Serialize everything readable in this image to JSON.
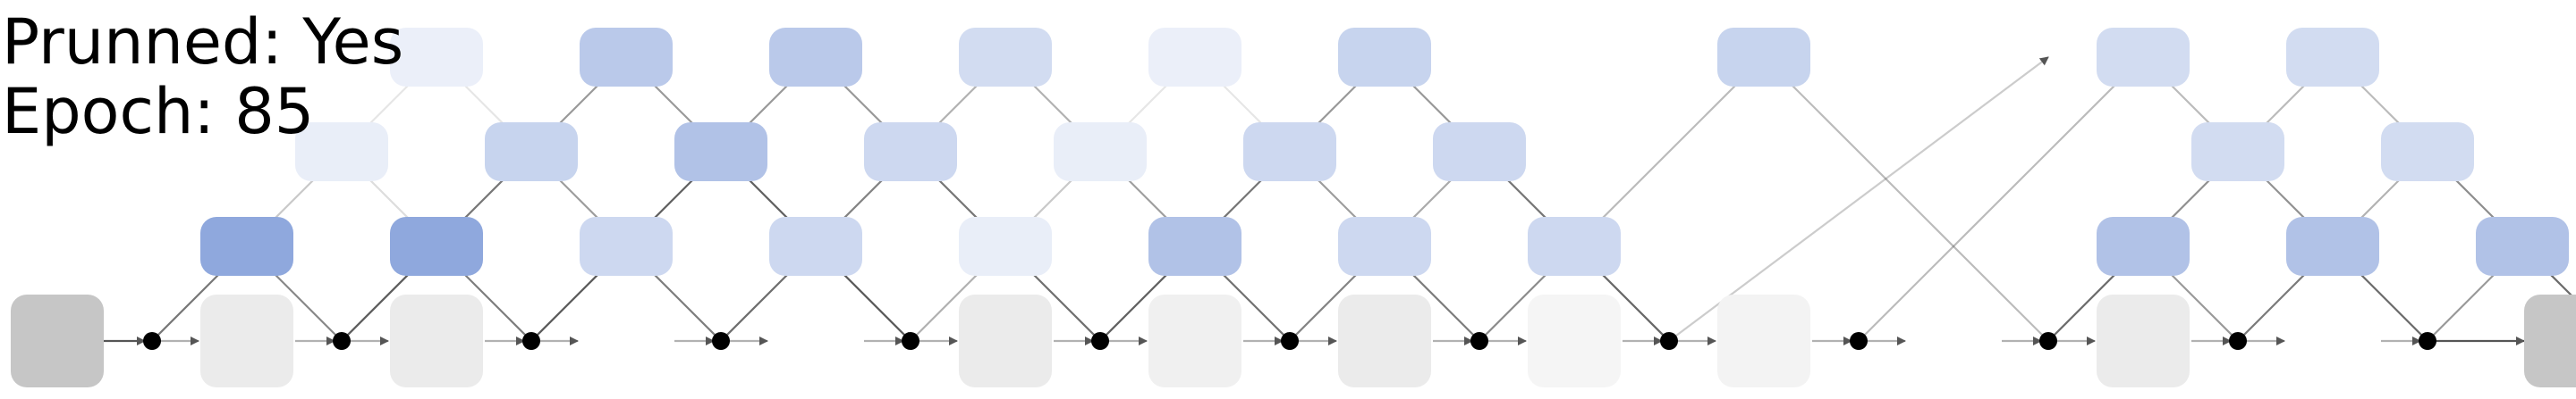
{
  "status": {
    "pruned_label": "Prunned: ",
    "pruned_value": "Yes",
    "epoch_label": "Epoch: ",
    "epoch_value": "85"
  },
  "colors": {
    "io_node": "#c6c6c6",
    "light_node": "#ebebeb",
    "branch_node": "#8fa8dd",
    "edge": "#555555",
    "junction": "#000000"
  },
  "graph": {
    "junction_count": 13,
    "junction_nodes": [
      0.08,
      0.08,
      0.0,
      0.0,
      0.08,
      0.06,
      0.08,
      0.04,
      0.05,
      0.0,
      0.08,
      0.0,
      0.02
    ],
    "branch_nodes": [
      {
        "junction": 0,
        "level": 1,
        "strength": 1.0
      },
      {
        "junction": 0,
        "level": 2,
        "strength": 0.2
      },
      {
        "junction": 0,
        "level": 3,
        "strength": 0.18
      },
      {
        "junction": 1,
        "level": 1,
        "strength": 1.0
      },
      {
        "junction": 1,
        "level": 2,
        "strength": 0.5
      },
      {
        "junction": 1,
        "level": 3,
        "strength": 0.62
      },
      {
        "junction": 2,
        "level": 1,
        "strength": 0.45
      },
      {
        "junction": 2,
        "level": 2,
        "strength": 0.7
      },
      {
        "junction": 2,
        "level": 3,
        "strength": 0.62
      },
      {
        "junction": 3,
        "level": 1,
        "strength": 0.45
      },
      {
        "junction": 3,
        "level": 2,
        "strength": 0.45
      },
      {
        "junction": 3,
        "level": 3,
        "strength": 0.4
      },
      {
        "junction": 4,
        "level": 1,
        "strength": 0.2
      },
      {
        "junction": 4,
        "level": 2,
        "strength": 0.2
      },
      {
        "junction": 4,
        "level": 3,
        "strength": 0.18
      },
      {
        "junction": 5,
        "level": 1,
        "strength": 0.7
      },
      {
        "junction": 5,
        "level": 2,
        "strength": 0.45
      },
      {
        "junction": 5,
        "level": 3,
        "strength": 0.5
      },
      {
        "junction": 6,
        "level": 1,
        "strength": 0.45
      },
      {
        "junction": 6,
        "level": 2,
        "strength": 0.45
      },
      {
        "junction": 7,
        "level": 1,
        "strength": 0.45
      },
      {
        "junction": 7,
        "level": 3,
        "strength": 0.5
      },
      {
        "junction": 9,
        "level": 3,
        "strength": 0.4
      },
      {
        "junction": 10,
        "level": 1,
        "strength": 0.7
      },
      {
        "junction": 10,
        "level": 2,
        "strength": 0.4
      },
      {
        "junction": 10,
        "level": 3,
        "strength": 0.4
      },
      {
        "junction": 11,
        "level": 1,
        "strength": 0.7
      },
      {
        "junction": 11,
        "level": 2,
        "strength": 0.4
      },
      {
        "junction": 12,
        "level": 1,
        "strength": 0.7
      }
    ],
    "branch_edges": [
      {
        "from": 0,
        "to": 1,
        "level": 1,
        "strength": 0.7
      },
      {
        "from": 1,
        "to": 2,
        "level": 1,
        "strength": 0.7
      },
      {
        "from": 2,
        "to": 3,
        "level": 1,
        "strength": 0.45
      },
      {
        "from": 3,
        "to": 4,
        "level": 1,
        "strength": 0.45
      },
      {
        "from": 4,
        "to": 5,
        "level": 1,
        "strength": 0.2
      },
      {
        "from": 5,
        "to": 6,
        "level": 1,
        "strength": 0.6
      },
      {
        "from": 6,
        "to": 7,
        "level": 1,
        "strength": 0.45
      },
      {
        "from": 7,
        "to": 8,
        "level": 1,
        "strength": 0.45
      },
      {
        "from": 10,
        "to": 11,
        "level": 1,
        "strength": 0.6
      },
      {
        "from": 11,
        "to": 12,
        "level": 1,
        "strength": 0.6
      },
      {
        "from": 12,
        "to": 13,
        "level": 1,
        "strength": 0.6
      },
      {
        "from": 0,
        "to": 2,
        "level": 2,
        "strength": 0.2
      },
      {
        "from": 1,
        "to": 3,
        "level": 2,
        "strength": 0.5
      },
      {
        "from": 2,
        "to": 4,
        "level": 2,
        "strength": 0.8
      },
      {
        "from": 3,
        "to": 5,
        "level": 2,
        "strength": 0.5
      },
      {
        "from": 4,
        "to": 6,
        "level": 2,
        "strength": 0.2
      },
      {
        "from": 5,
        "to": 7,
        "level": 2,
        "strength": 0.5
      },
      {
        "from": 6,
        "to": 8,
        "level": 2,
        "strength": 0.5
      },
      {
        "from": 10,
        "to": 12,
        "level": 2,
        "strength": 0.4
      },
      {
        "from": 11,
        "to": 13,
        "level": 2,
        "strength": 0.45
      },
      {
        "from": 0,
        "to": 3,
        "level": 3,
        "strength": 0.15
      },
      {
        "from": 1,
        "to": 4,
        "level": 3,
        "strength": 0.6
      },
      {
        "from": 2,
        "to": 5,
        "level": 3,
        "strength": 0.6
      },
      {
        "from": 3,
        "to": 6,
        "level": 3,
        "strength": 0.45
      },
      {
        "from": 4,
        "to": 7,
        "level": 3,
        "strength": 0.15
      },
      {
        "from": 5,
        "to": 8,
        "level": 3,
        "strength": 0.6
      },
      {
        "from": 7,
        "to": 10,
        "level": 3,
        "strength": 0.4
      },
      {
        "from": 9,
        "to": 12,
        "level": 3,
        "strength": 0.4
      },
      {
        "from": 10,
        "to": 13,
        "level": 3,
        "strength": 0.4
      }
    ],
    "skip_edges": [
      {
        "from": 8,
        "to": 10,
        "strength": 0.3
      }
    ]
  }
}
